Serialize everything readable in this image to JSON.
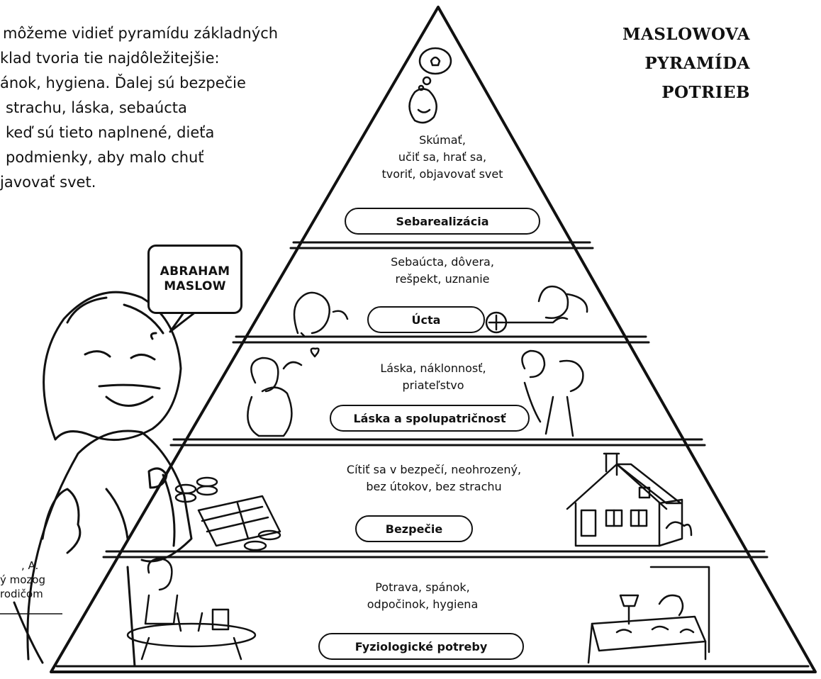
{
  "intro_lines": [
    "môžeme vidieť pyramídu základných",
    "klad tvoria tie najdôležitejšie:",
    "ánok, hygiena. Ďalej sú bezpečie",
    "strachu, láska, sebaúcta",
    "keď sú tieto naplnené, dieťa",
    "podmienky, aby malo chuť",
    "javovať svet."
  ],
  "title_lines": [
    "MASLOWOVA",
    "PYRAMÍDA",
    "POTRIEB"
  ],
  "bubble_lines": [
    "ABRAHAM",
    "MASLOW"
  ],
  "reference_lines": [
    ", A.",
    "ý mozog",
    "rodičom"
  ],
  "levels": [
    {
      "description": [
        "Skúmať,",
        "učiť sa, hrať sa,",
        "tvoriť, objavovať svet"
      ],
      "label": "Sebarealizácia"
    },
    {
      "description": [
        "Sebaúcta, dôvera,",
        "rešpekt, uznanie"
      ],
      "label": "Úcta"
    },
    {
      "description": [
        "Láska, náklonnosť,",
        "priateľstvo"
      ],
      "label": "Láska a spolupatričnosť"
    },
    {
      "description": [
        "Cítiť sa v bezpečí, neohrozený,",
        "bez útokov, bez strachu"
      ],
      "label": "Bezpečie"
    },
    {
      "description": [
        "Potrava, spánok,",
        "odpočinok, hygiena"
      ],
      "label": "Fyziologické potreby"
    }
  ]
}
